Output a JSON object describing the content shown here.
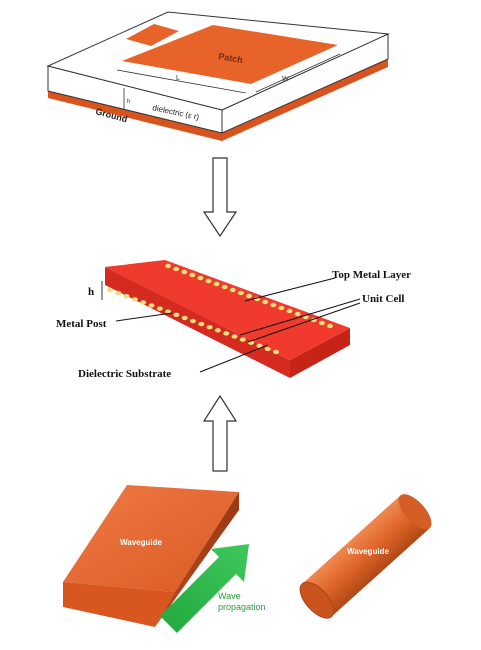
{
  "patch_antenna": {
    "patch_label": "Patch",
    "length_label": "L",
    "width_label": "W",
    "height_label": "h",
    "dielectric_label": "dielectric (ε r)",
    "ground_label": "Ground"
  },
  "siw": {
    "h_label": "h",
    "top_metal_label": "Top Metal Layer",
    "unit_cell_label": "Unit Cell",
    "metal_post_label": "Metal Post",
    "dielectric_substrate_label": "Dielectric Substrate"
  },
  "waveguides": {
    "rect_label": "Waveguide",
    "circ_label": "Waveguide",
    "wave_label_line1": "Wave",
    "wave_label_line2": "propagation"
  },
  "colors": {
    "patch": "#e8632a",
    "ground": "#d9531e",
    "substrate_red": "#f03a2e",
    "via": "#e6e07a",
    "waveguide": "#e2622a",
    "arrow_green": "#2bb24a"
  }
}
